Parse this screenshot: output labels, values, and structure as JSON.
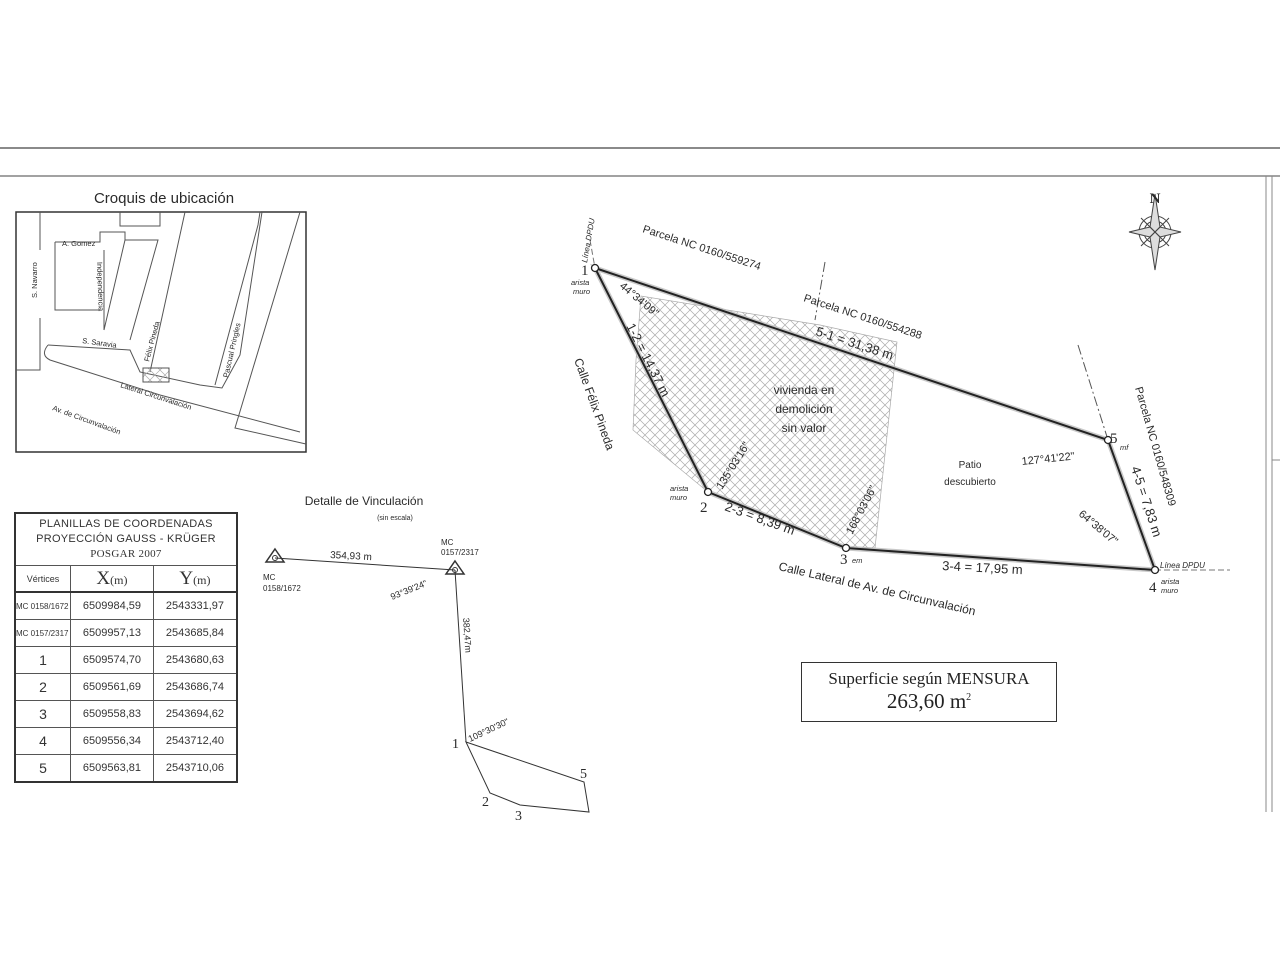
{
  "location_sketch": {
    "title": "Croquis de ubicación",
    "streets": [
      "A. Gomez",
      "S. Navarro",
      "Independencia",
      "S. Saravia",
      "Félix Pineda",
      "Pascual Pringles",
      "Lateral Circunvalación",
      "Av. de Circunvalación"
    ]
  },
  "coordinates_table": {
    "title_lines": [
      "PLANILLAS DE COORDENADAS",
      "PROYECCIÓN GAUSS - KRÜGER",
      "POSGAR 2007"
    ],
    "headers": {
      "vertex": "Vértices",
      "x": "X",
      "y": "Y",
      "unit": "(m)"
    },
    "rows": [
      {
        "vertex": "MC 0158/1672",
        "x": "6509984,59",
        "y": "2543331,97"
      },
      {
        "vertex": "MC 0157/2317",
        "x": "6509957,13",
        "y": "2543685,84"
      },
      {
        "vertex": "1",
        "x": "6509574,70",
        "y": "2543680,63"
      },
      {
        "vertex": "2",
        "x": "6509561,69",
        "y": "2543686,74"
      },
      {
        "vertex": "3",
        "x": "6509558,83",
        "y": "2543694,62"
      },
      {
        "vertex": "4",
        "x": "6509556,34",
        "y": "2543712,40"
      },
      {
        "vertex": "5",
        "x": "6509563,81",
        "y": "2543710,06"
      }
    ]
  },
  "link_detail": {
    "title": "Detalle de Vinculación",
    "subtitle": "(sin escala)",
    "mc_a": "MC",
    "mc_a_id": "0158/1672",
    "mc_b": "MC",
    "mc_b_id": "0157/2317",
    "dist_ab": "354,93 m",
    "angle_b": "93°39'24\"",
    "dist_b1": "382,47m",
    "angle_1": "109°30'30\"",
    "vertices": [
      "1",
      "2",
      "3",
      "5"
    ]
  },
  "plan": {
    "north": "N",
    "parcels": [
      "Parcela NC 0160/559274",
      "Parcela NC 0160/554288",
      "Parcela NC 0160/548309"
    ],
    "linea_dpdu": "Línea DPDU",
    "vertices": {
      "v1": "1",
      "v2": "2",
      "v3": "3",
      "v4": "4",
      "v5": "5",
      "v1_note": [
        "arista",
        "muro"
      ],
      "v2_note": [
        "arista",
        "muro"
      ],
      "v3_note": "em",
      "v4_note": [
        "arista",
        "muro"
      ],
      "v5_note": "mf"
    },
    "sides": {
      "s12": "1-2 = 14,37 m",
      "s23": "2-3 = 8,39 m",
      "s34": "3-4 = 17,95 m",
      "s45": "4-5 = 7,83 m",
      "s51": "5-1 = 31,38 m"
    },
    "angles": {
      "a1": "44°34'09\"",
      "a2": "135°03'16\"",
      "a3": "168°03'06\"",
      "a4": "64°38'07\"",
      "a5": "127°41'22\""
    },
    "streets": {
      "west": "Calle Félix Pineda",
      "south": "Calle Lateral de Av. de Circunvalación"
    },
    "building": [
      "vivienda en",
      "demolición",
      "sin valor"
    ],
    "patio": [
      "Patio",
      "descubierto"
    ]
  },
  "area": {
    "label": "Superficie según MENSURA",
    "value": "263,60 m",
    "unit_exp": "2"
  }
}
